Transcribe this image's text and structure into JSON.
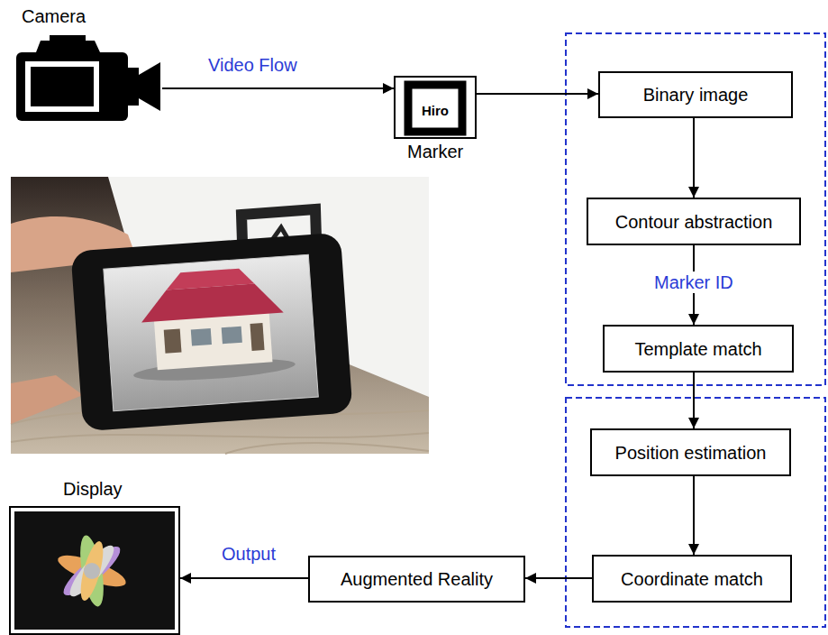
{
  "diagram": {
    "nodes": [
      {
        "text": [
          "Camera"
        ]
      },
      {
        "text": [
          "Hiro",
          "Marker"
        ]
      },
      {
        "text": [
          "Binary image"
        ]
      },
      {
        "text": [
          "Contour abstraction"
        ]
      },
      {
        "text": [
          "Template match"
        ]
      },
      {
        "text": [
          "Position estimation"
        ]
      },
      {
        "text": [
          "Coordinate match"
        ]
      },
      {
        "text": [
          "Augmented Reality"
        ]
      },
      {
        "text": [
          "Display"
        ]
      }
    ],
    "edges": [
      {
        "from": 0,
        "to": 1,
        "label": "Video Flow",
        "arrow": "to"
      },
      {
        "from": 1,
        "to": 2,
        "arrow": "to"
      },
      {
        "from": 2,
        "to": 3,
        "arrow": "to"
      },
      {
        "from": 3,
        "to": 4,
        "label": "Marker ID",
        "arrow": "to"
      },
      {
        "from": 4,
        "to": 5,
        "arrow": "to"
      },
      {
        "from": 5,
        "to": 6,
        "arrow": "to"
      },
      {
        "from": 6,
        "to": 7,
        "arrow": "to"
      },
      {
        "from": 7,
        "to": 8,
        "label": "Output",
        "arrow": "to"
      }
    ]
  }
}
